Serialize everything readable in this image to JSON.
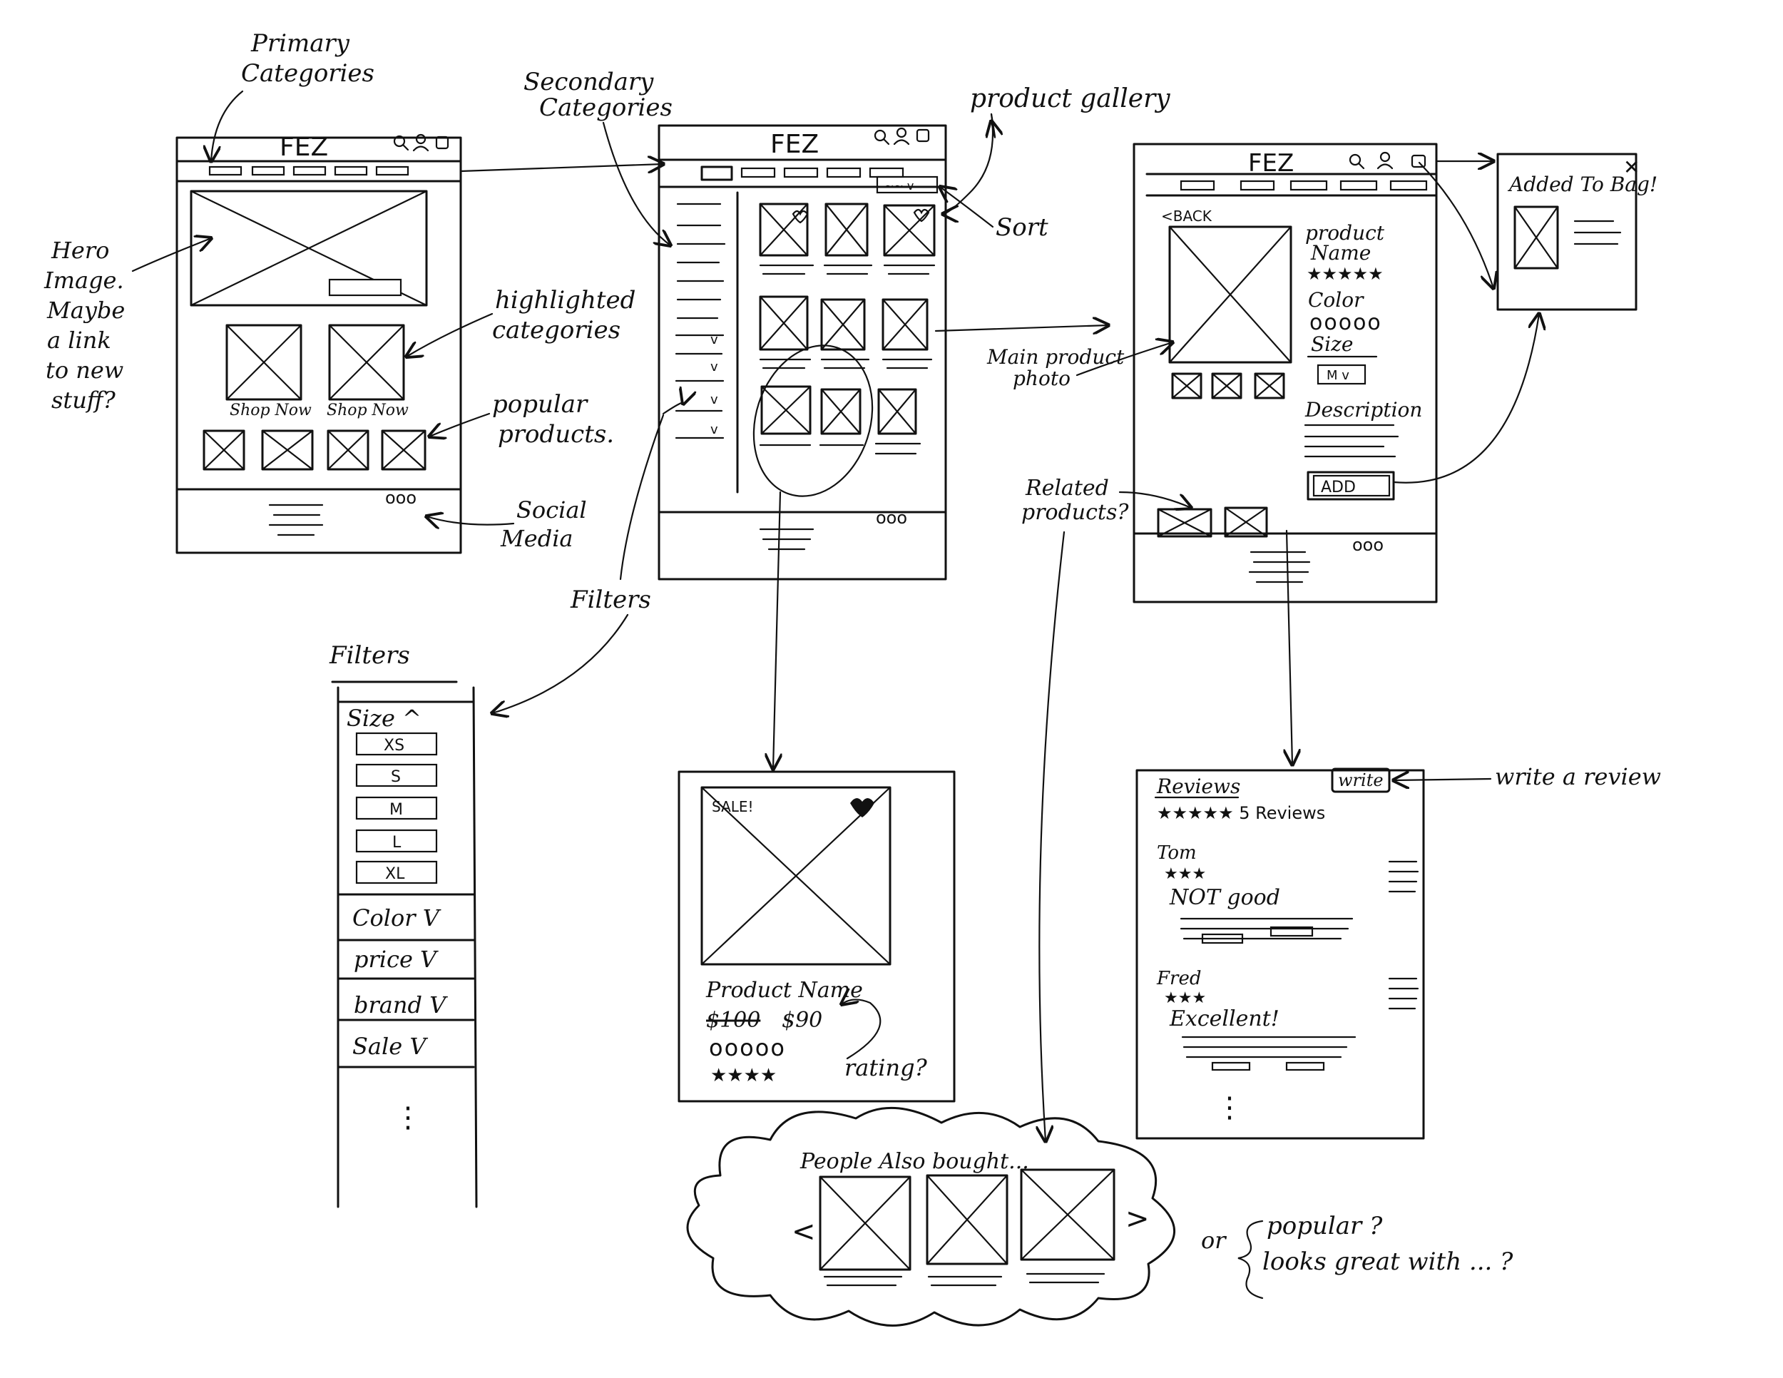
{
  "brand": "FEZ",
  "annotations": {
    "primary_categories": [
      "Primary",
      "Categories"
    ],
    "hero_image": [
      "Hero",
      "Image.",
      "Maybe",
      "a link",
      "to new",
      "stuff?"
    ],
    "highlighted_categories": [
      "highlighted",
      "categories"
    ],
    "popular_products": [
      "popular",
      "products."
    ],
    "social_media": [
      "Social",
      "Media"
    ],
    "secondary_categories": [
      "Secondary",
      "Categories"
    ],
    "product_gallery": "product gallery",
    "sort": "Sort",
    "filters": "Filters",
    "main_product_photo": [
      "Main product",
      "photo"
    ],
    "related_products": [
      "Related",
      "products?"
    ],
    "write_a_review": "write a review",
    "rating": "rating?",
    "or_label": "or",
    "alt_popular": "popular ?",
    "alt_looks_great": "looks great with ... ?"
  },
  "home": {
    "shop_now_1": "Shop Now",
    "shop_now_2": "Shop Now",
    "social": "ooo"
  },
  "listing": {
    "sort_control": "~~ v",
    "social": "ooo"
  },
  "product_page": {
    "back": "<BACK",
    "name": [
      "product",
      "Name"
    ],
    "stars": "★★★★★",
    "color_label": "Color",
    "color_swatches": "ooooo",
    "size_label": "Size",
    "size_select": "M v",
    "description_label": "Description",
    "add_button": "ADD",
    "social": "ooo"
  },
  "added_to_bag": {
    "title": "Added To Bag!",
    "close": "✕"
  },
  "filters_panel": {
    "title": "Filters",
    "size_header": "Size ^",
    "sizes": [
      "XS",
      "S",
      "M",
      "L",
      "XL"
    ],
    "color": "Color V",
    "price": "price V",
    "brand": "brand V",
    "sale": "Sale V",
    "more": "⋮"
  },
  "product_card": {
    "sale_badge": "SALE!",
    "name": "Product Name",
    "old_price": "$100",
    "new_price": "$90",
    "swatches": "ooooo",
    "stars": "★★★★"
  },
  "reviews": {
    "title": "Reviews",
    "write_button": "write",
    "summary": "★★★★★ 5 Reviews",
    "items": [
      {
        "author": "Tom",
        "stars": "★★★",
        "headline": "NOT good"
      },
      {
        "author": "Fred",
        "stars": "★★★",
        "headline": "Excellent!"
      }
    ],
    "more": "⋮"
  },
  "people_also_bought": {
    "title": "People Also bought...",
    "prev": "<",
    "next": ">"
  }
}
